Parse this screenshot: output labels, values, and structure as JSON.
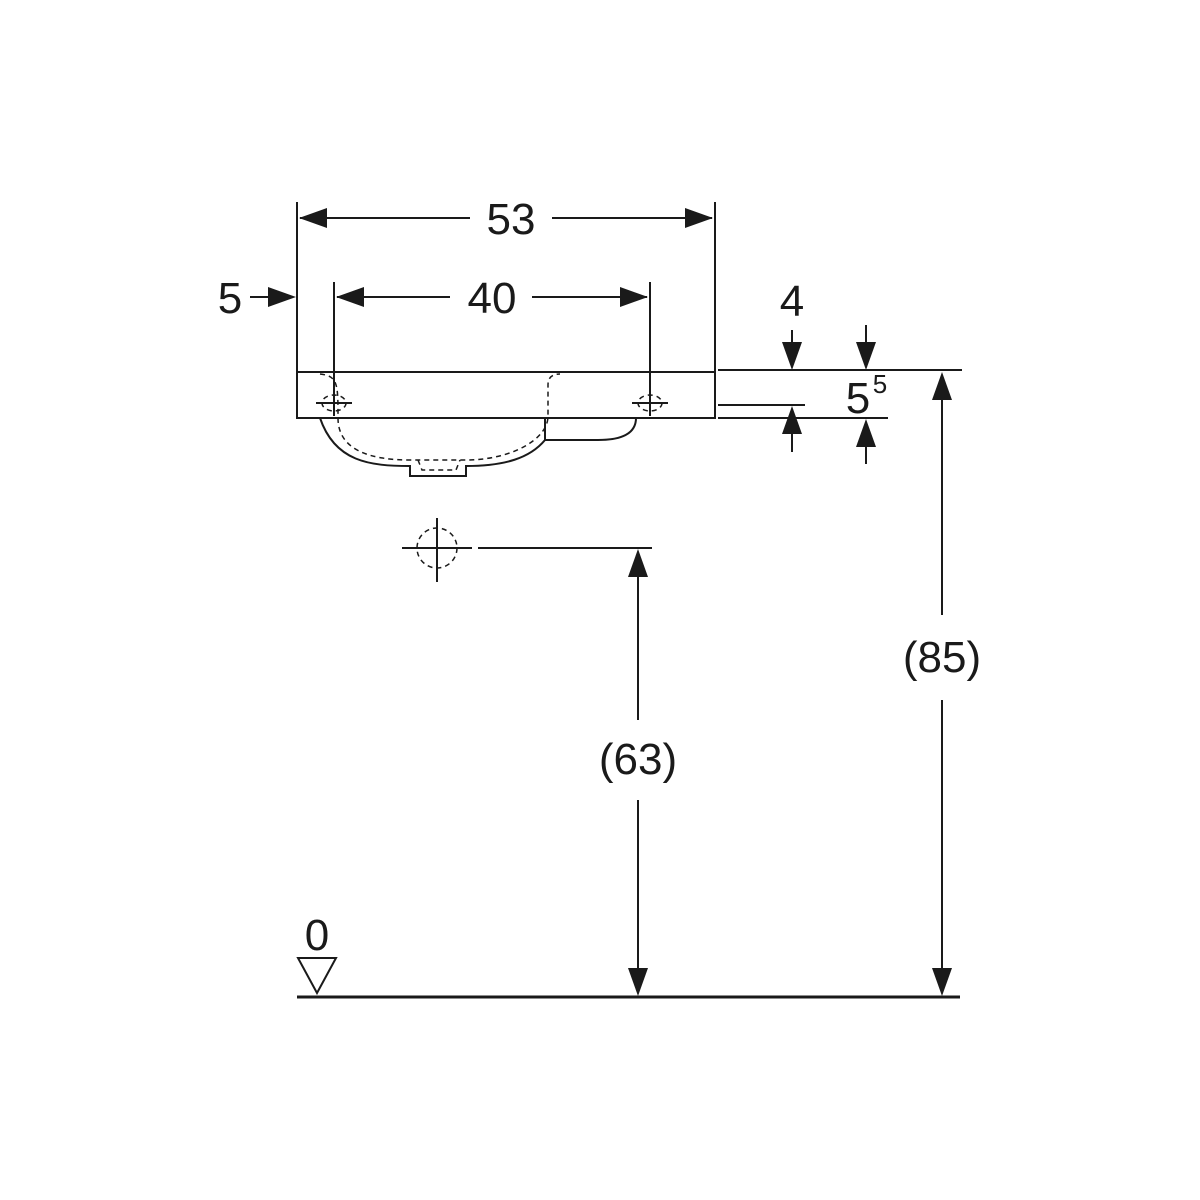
{
  "drawing": {
    "dim_overall_width": "53",
    "dim_tap_hole_spacing": "40",
    "dim_side_offset": "5",
    "dim_rim_to_tap": "4",
    "dim_rim_thickness_base": "5",
    "dim_rim_thickness_sup": "5",
    "dim_waste_height": "(63)",
    "dim_rim_height": "(85)",
    "floor_level_label": "0"
  }
}
